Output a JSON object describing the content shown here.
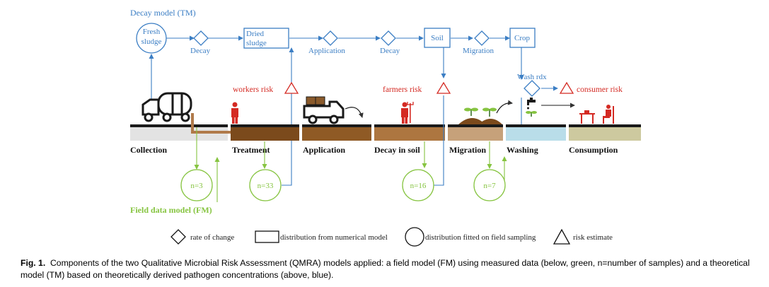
{
  "tm": {
    "title": "Decay model (TM)",
    "fresh_sludge_line1": "Fresh",
    "fresh_sludge_line2": "sludge",
    "decay1": "Decay",
    "dried_sludge_line1": "Dried",
    "dried_sludge_line2": "sludge",
    "application": "Application",
    "decay2": "Decay",
    "soil": "Soil",
    "migration": "Migration",
    "crop": "Crop",
    "wash_rdx": "Wash rdx"
  },
  "risks": {
    "workers": "workers risk",
    "farmers": "farmers risk",
    "consumer": "consumer risk"
  },
  "stages": [
    "Collection",
    "Treatment",
    "Application",
    "Decay in soil",
    "Migration",
    "Washing",
    "Consumption"
  ],
  "fm": {
    "title": "Field data model (FM)",
    "samples": [
      "n=3",
      "n=33",
      "n=16",
      "n=7"
    ]
  },
  "legend": {
    "rate": "rate of change",
    "distribution_numerical": "distribution from numerical model",
    "distribution_field": "distribution fitted on field sampling",
    "risk": "risk estimate"
  },
  "caption": {
    "label": "Fig. 1.",
    "text": "Components of the two Qualitative Microbial Risk Assessment (QMRA) models applied: a field model (FM) using measured data (below, green, n=number of samples) and a theoretical model (TM) based on theoretically derived pathogen concentrations (above, blue)."
  },
  "colors": {
    "tm_blue": "#3b7ec4",
    "fm_green": "#86c440",
    "risk_red": "#d42a23"
  }
}
